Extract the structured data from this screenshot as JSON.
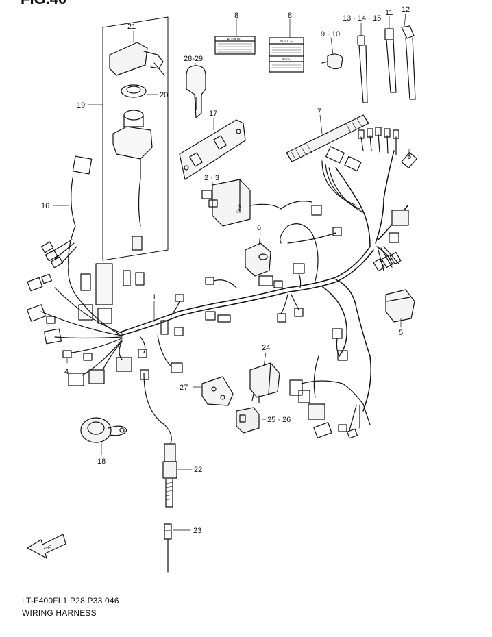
{
  "figure_title": "FIG.40",
  "footer": {
    "model_code": "LT-F400FL1  P28  P33   046",
    "diagram_name": "WIRING HARNESS"
  },
  "callouts": {
    "c1": "1",
    "c2_3": "2 · 3",
    "c4": "4",
    "c5": "5",
    "c6": "6",
    "c7": "7",
    "c8a": "8",
    "c8b": "8",
    "c9_10": "9 · 10",
    "c11": "11",
    "c12": "12",
    "c13_14_15": "13 · 14 · 15",
    "c16": "16",
    "c17": "17",
    "c18": "18",
    "c19": "19",
    "c20": "20",
    "c21": "21",
    "c22": "22",
    "c23": "23",
    "c24": "24",
    "c25_26": "25 · 26",
    "c27": "27",
    "c28_29": "28-29"
  },
  "labels": {
    "caution": "CAUTION",
    "notice": "NOTICE",
    "avis": "AVIS",
    "fuse": "FUSE",
    "fwd": "FWD"
  }
}
